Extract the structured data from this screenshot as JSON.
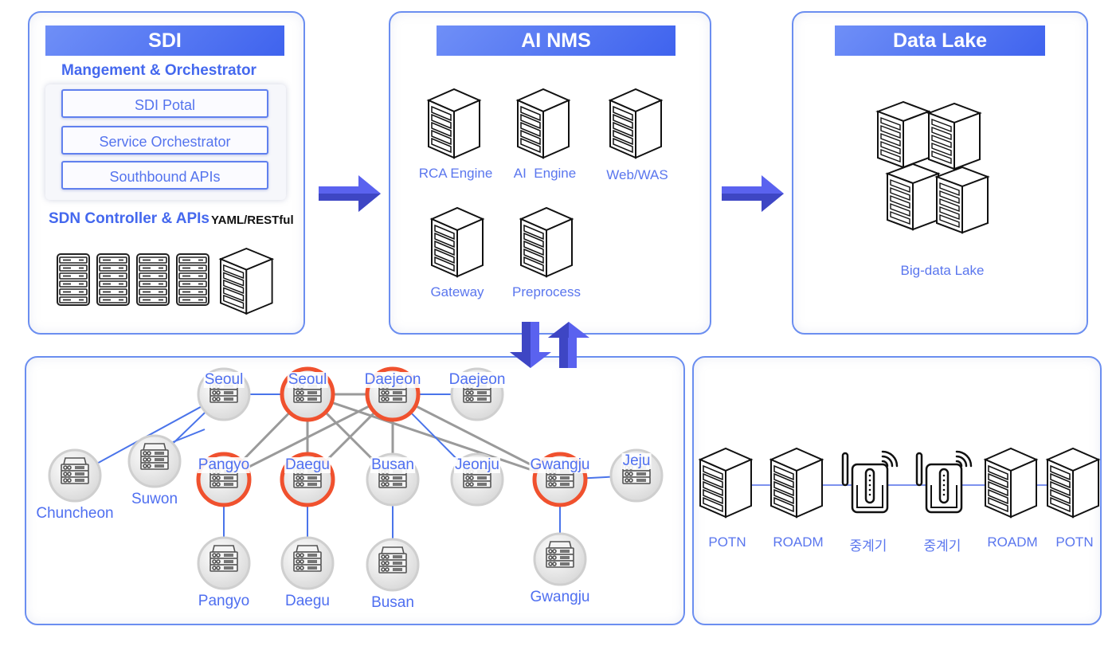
{
  "sdi": {
    "title": "SDI",
    "management_title": "Mangement & Orchestrator",
    "stack": [
      "SDI Potal",
      "Service Orchestrator",
      "Southbound APIs"
    ],
    "controller_title": "SDN Controller & APIs",
    "controller_protocol": "YAML/RESTful"
  },
  "ai_nms": {
    "title": "AI NMS",
    "servers": [
      "RCA Engine",
      "AI  Engine",
      "Web/WAS",
      "Gateway",
      "Preprocess"
    ]
  },
  "data_lake": {
    "title": "Data Lake",
    "label": "Big-data Lake"
  },
  "network": {
    "nodes": [
      {
        "id": "seoul-1",
        "label": "Seoul",
        "core": false
      },
      {
        "id": "seoul-2",
        "label": "Seoul",
        "core": true
      },
      {
        "id": "daejeon-1",
        "label": "Daejeon",
        "core": true
      },
      {
        "id": "daejeon-2",
        "label": "Daejeon",
        "core": false
      },
      {
        "id": "chuncheon",
        "label": "Chuncheon",
        "core": false
      },
      {
        "id": "suwon",
        "label": "Suwon",
        "core": false
      },
      {
        "id": "pangyo-1",
        "label": "Pangyo",
        "core": true
      },
      {
        "id": "daegu-1",
        "label": "Daegu",
        "core": true
      },
      {
        "id": "busan-1",
        "label": "Busan",
        "core": false
      },
      {
        "id": "jeonju",
        "label": "Jeonju",
        "core": false
      },
      {
        "id": "gwangju-1",
        "label": "Gwangju",
        "core": true
      },
      {
        "id": "jeju",
        "label": "Jeju",
        "core": false
      },
      {
        "id": "pangyo-2",
        "label": "Pangyo",
        "core": false
      },
      {
        "id": "daegu-2",
        "label": "Daegu",
        "core": false
      },
      {
        "id": "busan-2",
        "label": "Busan",
        "core": false
      },
      {
        "id": "gwangju-2",
        "label": "Gwangju",
        "core": false
      }
    ],
    "links_access": [
      [
        "chuncheon",
        "seoul-1"
      ],
      [
        "suwon",
        "seoul-1"
      ],
      [
        "seoul-1",
        "seoul-2"
      ],
      [
        "daejeon-1",
        "daejeon-2"
      ],
      [
        "daejeon-1",
        "jeonju"
      ],
      [
        "gwangju-1",
        "jeju"
      ],
      [
        "pangyo-1",
        "pangyo-2"
      ],
      [
        "daegu-1",
        "daegu-2"
      ],
      [
        "busan-1",
        "busan-2"
      ],
      [
        "gwangju-1",
        "gwangju-2"
      ]
    ],
    "links_core": [
      [
        "seoul-2",
        "daejeon-1"
      ],
      [
        "seoul-2",
        "pangyo-1"
      ],
      [
        "seoul-2",
        "daegu-1"
      ],
      [
        "seoul-2",
        "busan-1"
      ],
      [
        "seoul-2",
        "gwangju-1"
      ],
      [
        "daejeon-1",
        "pangyo-1"
      ],
      [
        "daejeon-1",
        "daegu-1"
      ],
      [
        "daejeon-1",
        "busan-1"
      ],
      [
        "daejeon-1",
        "gwangju-1"
      ]
    ]
  },
  "transport": {
    "devices": [
      {
        "label": "POTN",
        "icon": "server-cube-icon"
      },
      {
        "label": "ROADM",
        "icon": "server-cube-icon"
      },
      {
        "label": "중계기",
        "icon": "wifi-repeater-icon"
      },
      {
        "label": "중계기",
        "icon": "wifi-repeater-icon"
      },
      {
        "label": "ROADM",
        "icon": "server-cube-icon"
      },
      {
        "label": "POTN",
        "icon": "server-cube-icon"
      }
    ]
  },
  "colors": {
    "accent": "#4f6ff0",
    "border": "#6b8ef0",
    "arrow": "#4a52d8",
    "core_ring": "#f0512e",
    "core_link": "#9a9a9a",
    "access_link": "#4a74ea"
  }
}
